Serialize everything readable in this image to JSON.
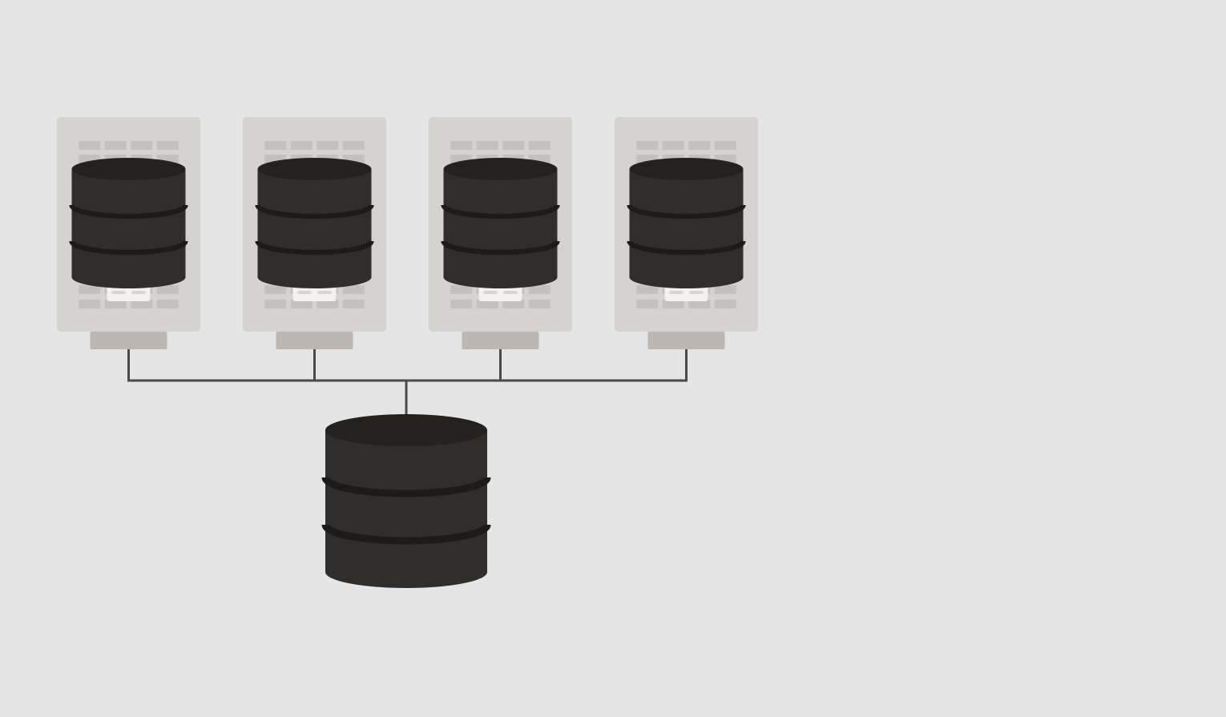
{
  "diagram": {
    "server_nodes": [
      {
        "id": "node-1"
      },
      {
        "id": "node-2"
      },
      {
        "id": "node-3"
      },
      {
        "id": "node-4"
      }
    ],
    "central_database": {
      "id": "central-db"
    },
    "colors": {
      "background": "#e4e5e4",
      "server_panel": "#d5d3d0",
      "server_base": "#bbb8b4",
      "grid_cell": "#c3c1be",
      "db_body": "#2f2e2c",
      "db_top": "#232221",
      "db_ring": "#1c1b1a",
      "connector_line": "#4a4a49",
      "status_plate": "#f2f1ef"
    },
    "icons": [
      "database-icon",
      "server-rack-icon"
    ]
  }
}
